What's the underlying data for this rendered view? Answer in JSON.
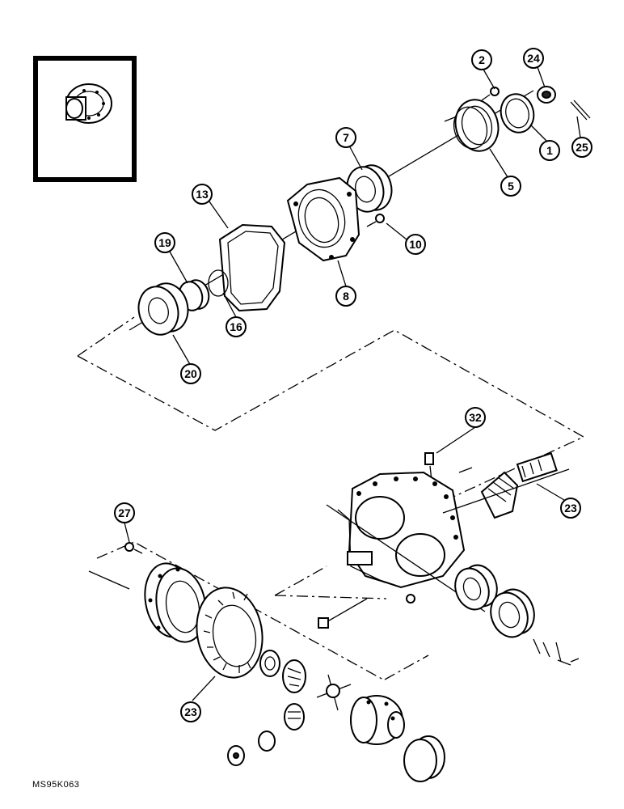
{
  "figure_id": "MS95K063",
  "callouts": [
    {
      "id": "c2",
      "label": "2"
    },
    {
      "id": "c24",
      "label": "24"
    },
    {
      "id": "c7",
      "label": "7"
    },
    {
      "id": "c1",
      "label": "1"
    },
    {
      "id": "c25",
      "label": "25"
    },
    {
      "id": "c5",
      "label": "5"
    },
    {
      "id": "c13",
      "label": "13"
    },
    {
      "id": "c10",
      "label": "10"
    },
    {
      "id": "c19",
      "label": "19"
    },
    {
      "id": "c8",
      "label": "8"
    },
    {
      "id": "c16",
      "label": "16"
    },
    {
      "id": "c20",
      "label": "20"
    },
    {
      "id": "c32",
      "label": "32"
    },
    {
      "id": "c23a",
      "label": "23"
    },
    {
      "id": "c27",
      "label": "27"
    },
    {
      "id": "c23b",
      "label": "23"
    }
  ]
}
